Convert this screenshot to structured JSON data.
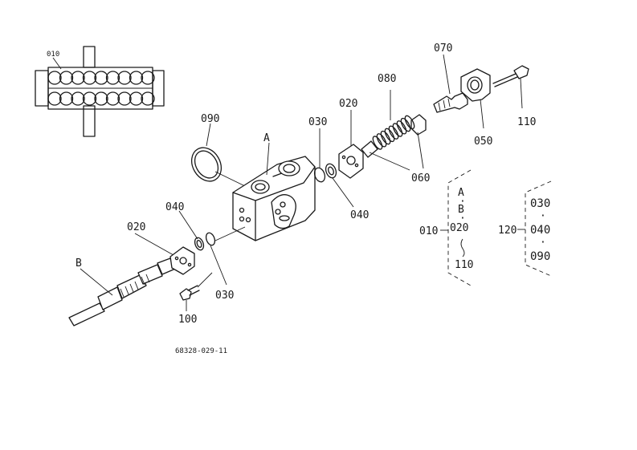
{
  "labels": {
    "p010_assembly": "010",
    "p090": "090",
    "pA": "A",
    "p030_top": "030",
    "p020_top": "020",
    "p080": "080",
    "p070": "070",
    "p110": "110",
    "p050": "050",
    "p060": "060",
    "p040_right": "040",
    "p040_left": "040",
    "p020_left": "020",
    "pB": "B",
    "p030_bottom": "030",
    "p100": "100"
  },
  "legend_010": {
    "code": "010",
    "items": [
      "A",
      "B",
      "020",
      "110"
    ]
  },
  "legend_120": {
    "code": "120",
    "items": [
      "030",
      "040",
      "090"
    ]
  },
  "drawing_number": "68328-029-11"
}
